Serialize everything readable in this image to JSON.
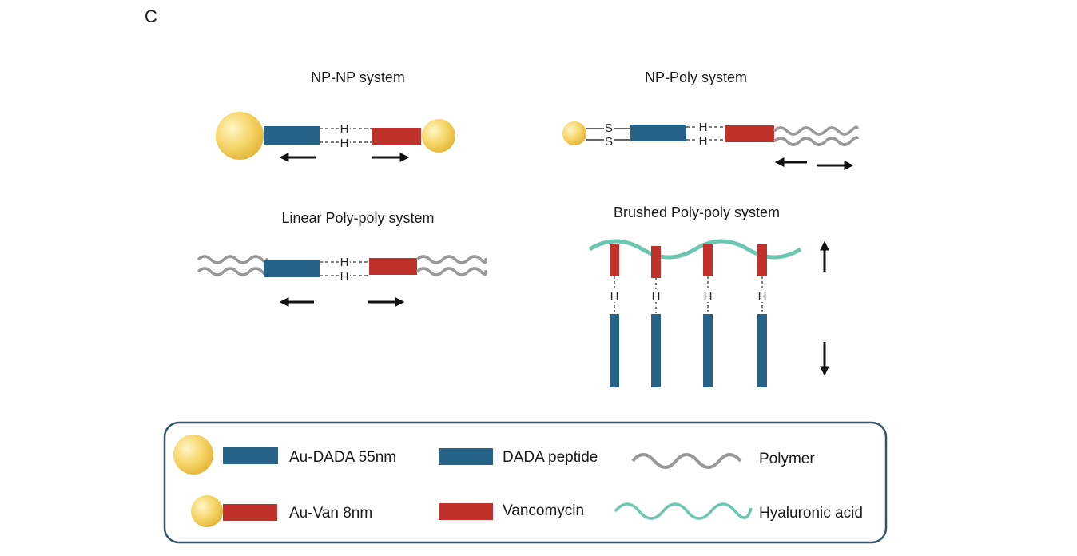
{
  "panel_label": "C",
  "colors": {
    "dada": "#276289",
    "vancomycin": "#c0312b",
    "polymer": "#999999",
    "hyaluronic": "#6cc7b0",
    "gold": "#f2c84b",
    "gold_light": "#fff6c8",
    "frame": "#35556b"
  },
  "systems": {
    "np_np": {
      "title": "NP-NP system"
    },
    "np_poly": {
      "title": "NP-Poly system"
    },
    "linear": {
      "title": "Linear Poly-poly system"
    },
    "brushed": {
      "title": "Brushed Poly-poly system"
    }
  },
  "bond_atom": "H",
  "thiol_atom": "S",
  "legend": {
    "au_dada": "Au-DADA 55nm",
    "au_van": "Au-Van 8nm",
    "dada_peptide": "DADA peptide",
    "vancomycin": "Vancomycin",
    "polymer": "Polymer",
    "hyaluronic_acid": "Hyaluronic acid"
  }
}
